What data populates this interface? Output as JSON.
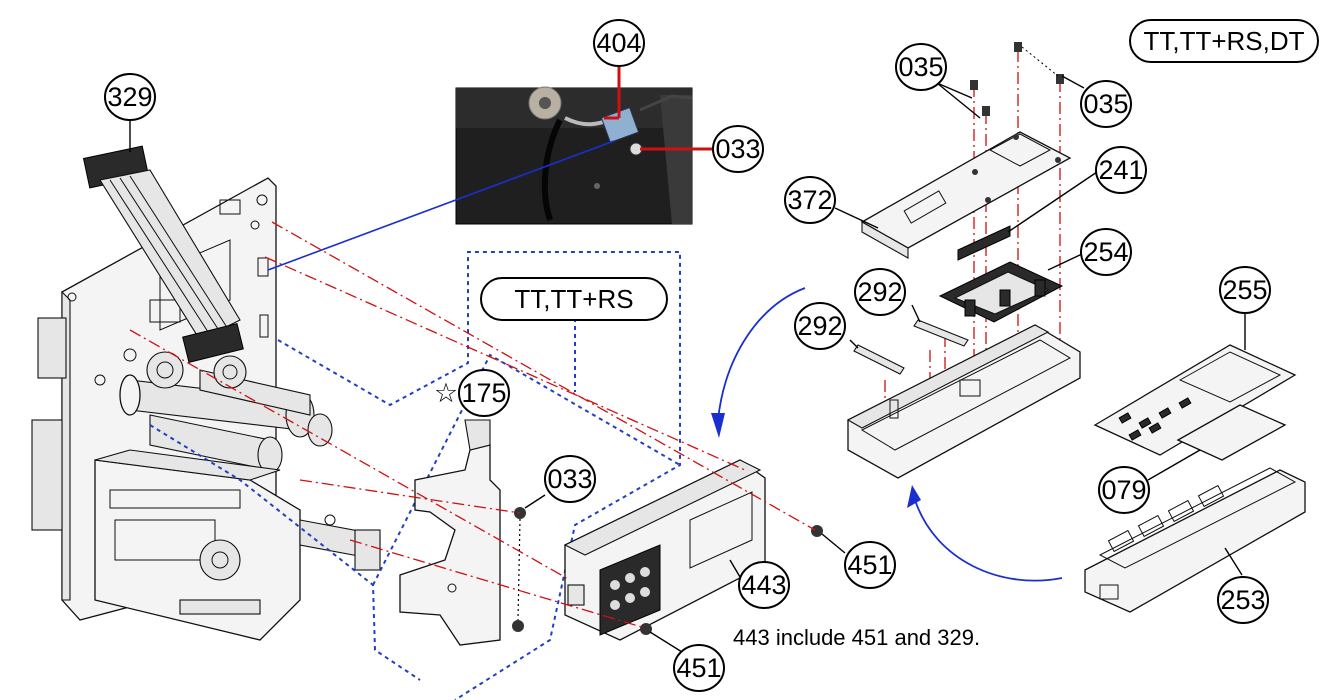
{
  "variant_badges": {
    "top_right": "TT,TT+RS,DT",
    "center": "TT,TT+RS"
  },
  "callouts": {
    "c329": "329",
    "c404": "404",
    "c033_photo": "033",
    "c035_left": "035",
    "c035_right": "035",
    "c372": "372",
    "c241": "241",
    "c254": "254",
    "c292_upper": "292",
    "c292_lower": "292",
    "c255": "255",
    "c079": "079",
    "c253": "253",
    "c175": "175",
    "c033_bracket": "033",
    "c443": "443",
    "c451_right": "451",
    "c451_bottom": "451"
  },
  "star_mark": "☆",
  "note": "443 include 451 and 329.",
  "colors": {
    "callout_red": "#d01010",
    "assembly_arrow_blue": "#1a2fd0",
    "variant_box_blue": "#2040c0"
  }
}
